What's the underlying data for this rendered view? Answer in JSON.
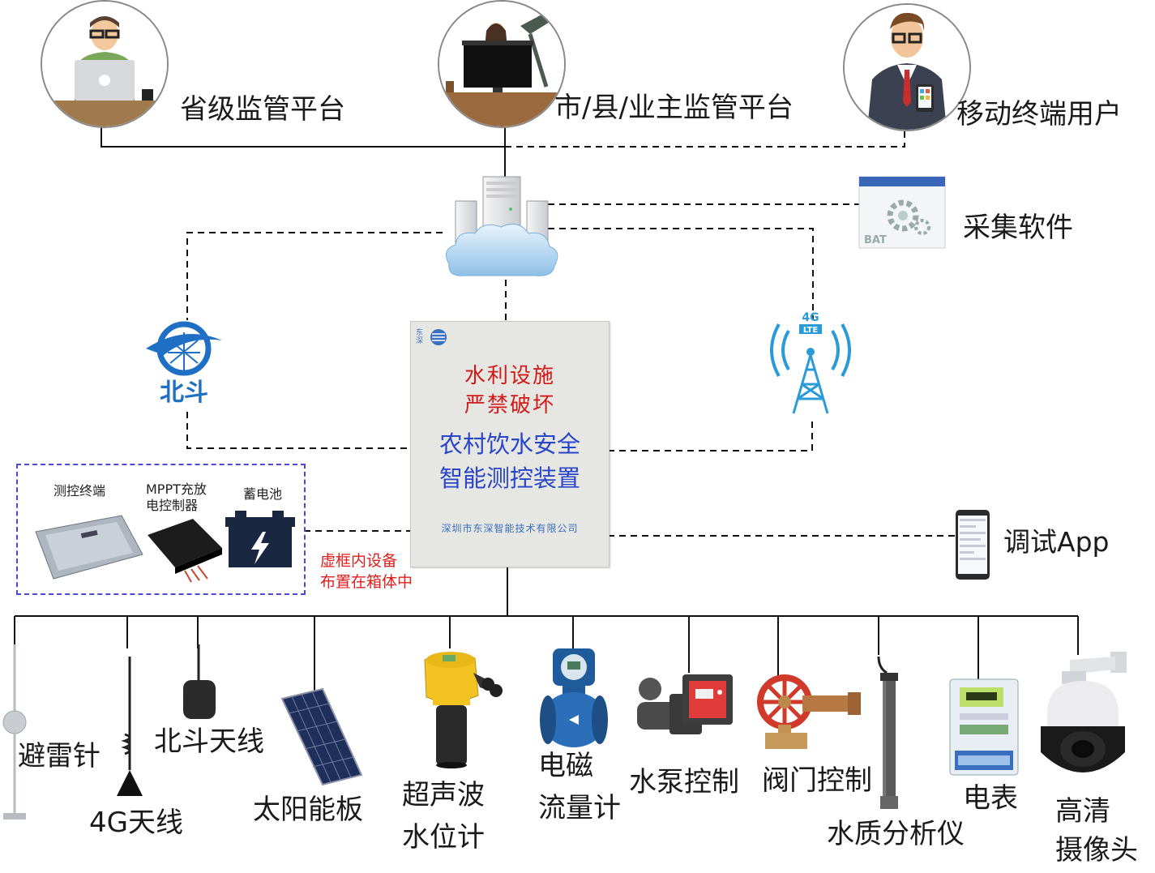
{
  "top": {
    "provincial": {
      "label": "省级监管平台"
    },
    "city": {
      "label": "市/县/业主监管平台"
    },
    "mobile": {
      "label": "移动终端用户"
    }
  },
  "software": {
    "label": "采集软件",
    "icon_text": "BAT"
  },
  "beidou": {
    "logo_text": "北斗"
  },
  "lte": {
    "icon_text_top": "4G",
    "icon_text_bottom": "LTE"
  },
  "device": {
    "logo_text": "东深",
    "warning_line1": "水利设施",
    "warning_line2": "严禁破坏",
    "title_line1": "农村饮水安全",
    "title_line2": "智能测控装置",
    "company": "深圳市东深智能技术有限公司"
  },
  "cabinet": {
    "terminal": "测控终端",
    "mppt_line1": "MPPT充放",
    "mppt_line2": "电控制器",
    "battery": "蓄电池",
    "note_line1": "虚框内设备",
    "note_line2": "布置在箱体中"
  },
  "app": {
    "label": "调试App"
  },
  "peripherals": {
    "lightning_rod": "避雷针",
    "antenna_4g": "4G天线",
    "antenna_beidou": "北斗天线",
    "solar_panel": "太阳能板",
    "ultrasonic_line1": "超声波",
    "ultrasonic_line2": "水位计",
    "flowmeter_line1": "电磁",
    "flowmeter_line2": "流量计",
    "pump": "水泵控制",
    "valve": "阀门控制",
    "water_quality": "水质分析仪",
    "meter": "电表",
    "camera_line1": "高清",
    "camera_line2": "摄像头"
  },
  "colors": {
    "accent_blue": "#2a45c8",
    "warning_red": "#d11a1a",
    "dashed_box": "#4a4ad6",
    "note_red": "#e01e1e"
  }
}
